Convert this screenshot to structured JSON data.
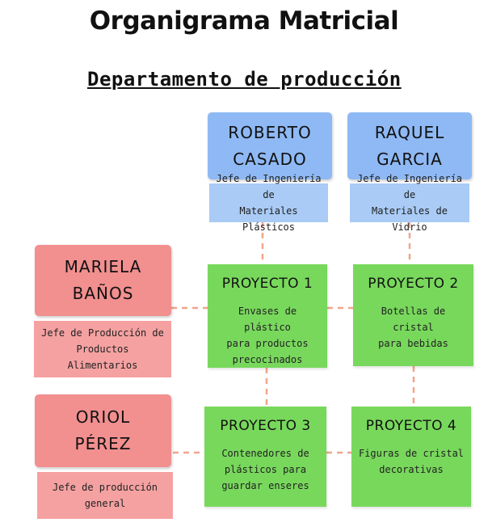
{
  "title": "Organigrama Matricial",
  "subtitle": "Departamento de producción",
  "colors": {
    "engineering": "#8fb9f4",
    "production": "#f28f8f",
    "project": "#78d85c",
    "connector": "#f2a58a"
  },
  "engineers": [
    {
      "name": "ROBERTO\nCASADO",
      "role": "Jefe de Ingeniería de\nMateriales Plásticos"
    },
    {
      "name": "RAQUEL\nGARCIA",
      "role": "Jefe de Ingeniería de\nMateriales de Vidrio"
    }
  ],
  "production_heads": [
    {
      "name": "MARIELA\nBAÑOS",
      "role": "Jefe de Producción de\nProductos\nAlimentarios"
    },
    {
      "name": "ORIOL\nPÉREZ",
      "role": "Jefe de producción\ngeneral"
    }
  ],
  "projects": [
    {
      "title": "PROYECTO 1",
      "description": "Envases de plástico\npara productos\nprecocinados"
    },
    {
      "title": "PROYECTO 2",
      "description": "Botellas de cristal\npara bebidas"
    },
    {
      "title": "PROYECTO 3",
      "description": "Contenedores de\nplásticos para\nguardar enseres"
    },
    {
      "title": "PROYECTO 4",
      "description": "Figuras de cristal\ndecorativas"
    }
  ]
}
